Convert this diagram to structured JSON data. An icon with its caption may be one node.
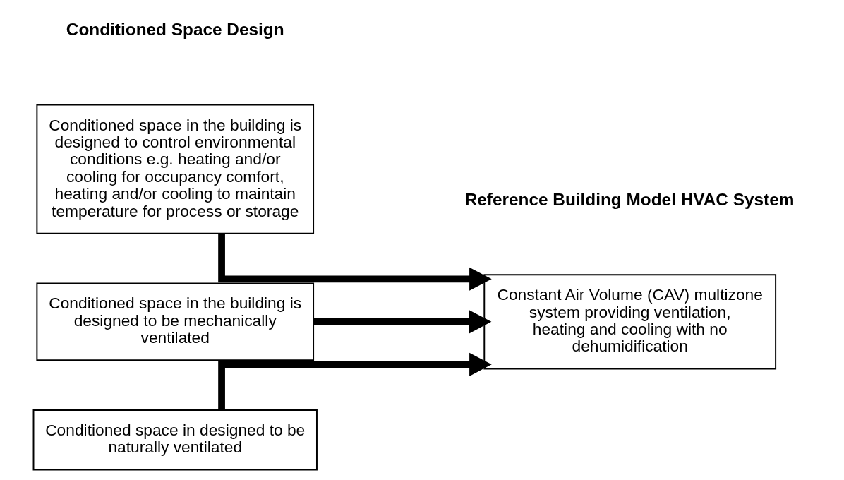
{
  "diagram": {
    "nodes": [
      {
        "text": [
          "Conditioned space in the building is designed to control environmental conditions e.g. heating and/or cooling for occupancy comfort, heating and/or cooling to maintain temperature for process or storage"
        ]
      },
      {
        "text": [
          "Conditioned space in the building is designed to be mechanically ventilated"
        ]
      },
      {
        "text": [
          "Conditioned space in designed to be naturally ventilated"
        ]
      },
      {
        "text": [
          "Constant Air Volume (CAV) multizone system providing ventilation, heating and cooling with no dehumidification"
        ]
      }
    ],
    "edges": [
      {
        "from": 0,
        "to": 3,
        "arrow": "to"
      },
      {
        "from": 1,
        "to": 3,
        "arrow": "to"
      },
      {
        "from": 2,
        "to": 3,
        "arrow": "to"
      }
    ],
    "labels": [
      "Conditioned Space Design",
      "Reference Building Model HVAC System"
    ]
  }
}
